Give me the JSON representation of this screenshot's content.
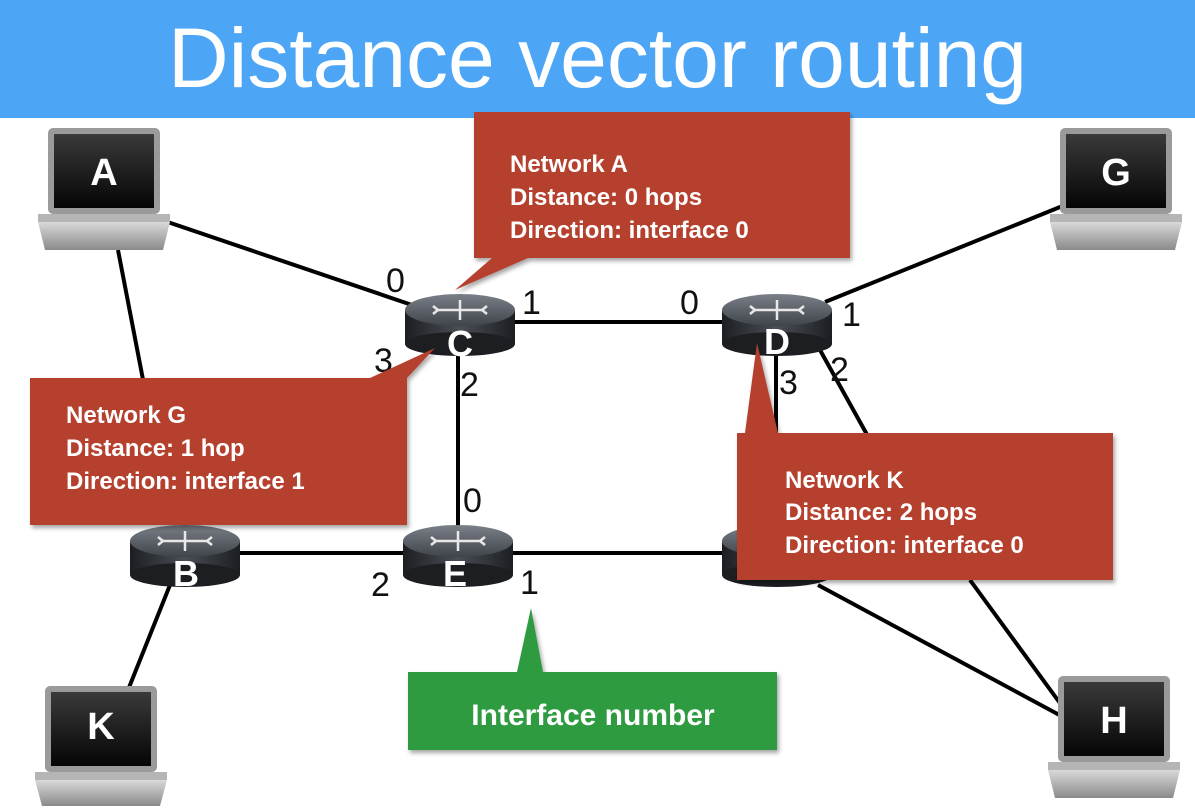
{
  "title": "Distance vector routing",
  "colors": {
    "title_bar": "#4da6f5",
    "callout_red": "#b5412f",
    "callout_green": "#2e9b40",
    "link": "#000000",
    "router_body": "#3b3f45"
  },
  "laptops": [
    {
      "id": "A",
      "label": "A",
      "icon": "laptop-icon"
    },
    {
      "id": "G",
      "label": "G",
      "icon": "laptop-icon"
    },
    {
      "id": "K",
      "label": "K",
      "icon": "laptop-icon"
    },
    {
      "id": "H",
      "label": "H",
      "icon": "laptop-icon"
    }
  ],
  "routers": [
    {
      "id": "C",
      "label": "C",
      "icon": "router-icon"
    },
    {
      "id": "D",
      "label": "D",
      "icon": "router-icon"
    },
    {
      "id": "B",
      "label": "B",
      "icon": "router-icon"
    },
    {
      "id": "E",
      "label": "E",
      "icon": "router-icon"
    },
    {
      "id": "F",
      "label": "",
      "icon": "router-icon"
    }
  ],
  "interface_labels": {
    "c0": "0",
    "c1": "1",
    "c2": "2",
    "c3": "3",
    "d0": "0",
    "d1": "1",
    "d2": "2",
    "d3": "3",
    "e0": "0",
    "e1": "1",
    "e2": "2"
  },
  "callouts": {
    "network_a": {
      "line1": "Network A",
      "line2": "Distance: 0 hops",
      "line3": "Direction: interface 0"
    },
    "network_g": {
      "line1": "Network G",
      "line2": "Distance: 1 hop",
      "line3": "Direction: interface 1"
    },
    "network_k": {
      "line1": "Network K",
      "line2": "Distance: 2 hops",
      "line3": "Direction: interface 0"
    },
    "interface_number": {
      "text": "Interface number"
    }
  }
}
